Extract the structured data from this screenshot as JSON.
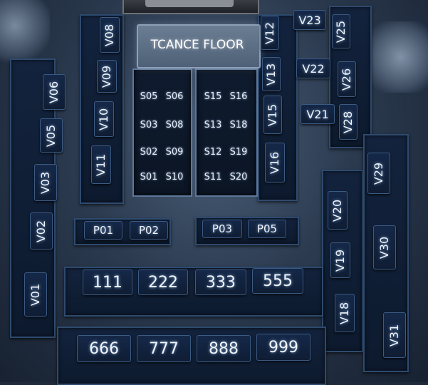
{
  "map": {
    "dance_floor_label": "TCANCE FLOOR",
    "seats_left": [
      "S05",
      "S06",
      "S03",
      "S08",
      "S02",
      "S09",
      "S01",
      "S10"
    ],
    "seats_right": [
      "S15",
      "S16",
      "S13",
      "S18",
      "S12",
      "S19",
      "S11",
      "S20"
    ],
    "left_outer": [
      "V06",
      "V05",
      "V03",
      "V02",
      "V01"
    ],
    "left_inner": [
      "V08",
      "V09",
      "V10",
      "V11"
    ],
    "center_right": [
      "V12",
      "V13",
      "V15",
      "V16"
    ],
    "top_right": [
      "V23",
      "V22",
      "V21"
    ],
    "right_inner": [
      "V25",
      "V26",
      "V28"
    ],
    "right_lower": [
      "V20",
      "V19",
      "V18"
    ],
    "far_right": [
      "V29",
      "V30",
      "V31"
    ],
    "p_blocks": [
      "P01",
      "P02",
      "P03",
      "P05"
    ],
    "row_one": [
      "111",
      "222",
      "333",
      "555"
    ],
    "row_two": [
      "666",
      "777",
      "888",
      "999"
    ]
  },
  "colors": {
    "block_fill": "#152848",
    "block_border": "#3b5a82",
    "label_text": "#f1f5fb",
    "floor_fill": "#6b7d92"
  }
}
